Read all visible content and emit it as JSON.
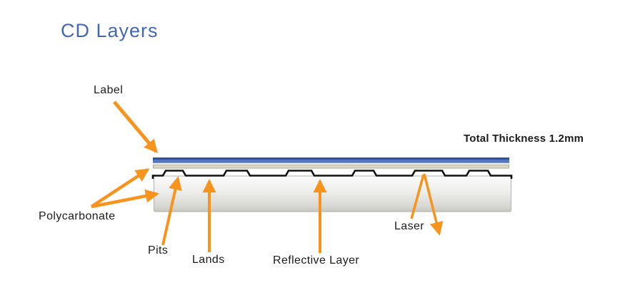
{
  "title": "CD Layers",
  "diagram": {
    "labels": {
      "label": "Label",
      "polycarbonate": "Polycarbonate",
      "pits": "Pits",
      "lands": "Lands",
      "reflective_layer": "Reflective Layer",
      "laser": "Laser",
      "total_thickness": "Total Thickness 1.2mm"
    },
    "layers": [
      {
        "name": "label-layer",
        "color": "#4F6FB4"
      },
      {
        "name": "lacquer-layer",
        "color": "#DED9C4"
      },
      {
        "name": "reflective-layer",
        "color": "#111111"
      },
      {
        "name": "polycarbonate-body",
        "color": "#E6E6E4"
      }
    ],
    "colors": {
      "arrow_orange": "#F7941E",
      "title_blue": "#4568B0",
      "text_black": "#1C1C1C"
    }
  }
}
